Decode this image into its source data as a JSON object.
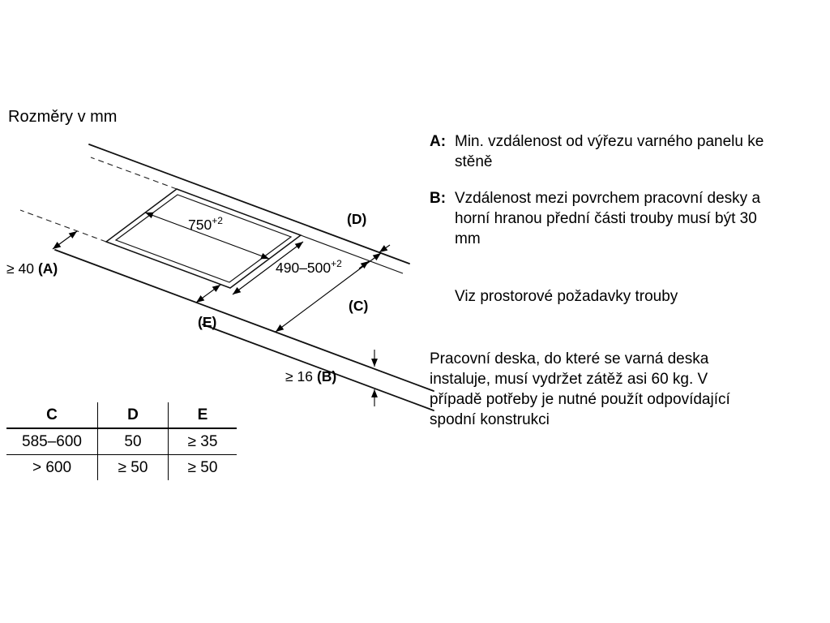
{
  "page": {
    "title": "Rozměry v mm"
  },
  "diagram": {
    "dim_width": {
      "value": "750",
      "sup": "+2"
    },
    "dim_depth": {
      "value": "490–500",
      "sup": "+2"
    },
    "dim_wall": {
      "value": "≥ 40",
      "label": "(A)"
    },
    "dim_thickness": {
      "value": "≥ 16",
      "label": "(B)"
    },
    "label_c": "(C)",
    "label_d": "(D)",
    "label_e": "(E)"
  },
  "legend": {
    "items": [
      {
        "key": "A:",
        "text": "Min. vzdálenost od výřezu varného panelu ke stěně"
      },
      {
        "key": "B:",
        "text": "Vzdálenost mezi povrchem pracovní desky a horní hranou přední části trouby musí být 30 mm"
      },
      {
        "key": "",
        "text": "Viz prostorové požadavky trouby"
      }
    ],
    "note": "Pracovní deska, do které se varná deska instaluje, musí vydržet zátěž asi 60 kg. V případě potřeby je nutné použít odpovídající spodní konstrukci"
  },
  "table": {
    "headers": [
      "C",
      "D",
      "E"
    ],
    "rows": [
      [
        "585–600",
        "50",
        "≥ 35"
      ],
      [
        "> 600",
        "≥ 50",
        "≥ 50"
      ]
    ]
  }
}
